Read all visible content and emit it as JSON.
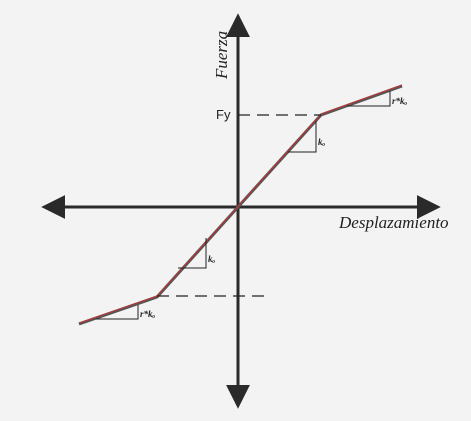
{
  "diagram": {
    "x_axis_label": "Desplazamiento",
    "y_axis_label": "Fuerza",
    "yield_label": "Fy",
    "initial_stiffness_label": "kₒ",
    "post_yield_stiffness_label": "r*kₒ"
  },
  "colors": {
    "background": "#f3f3f3",
    "axes": "#2a2a2a",
    "curve_shadow": "#555555",
    "curve": "#b23a3a",
    "guides": "#222222"
  }
}
